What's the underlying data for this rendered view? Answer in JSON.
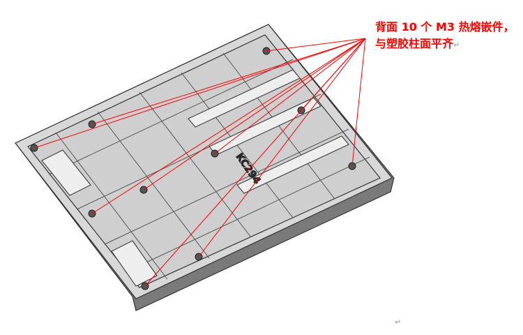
{
  "annotation": {
    "line1": "背面 10 个 M3 热熔嵌件，",
    "line2": "与塑胶柱面平齐",
    "paragraph_mark": "↵",
    "color": "#ff0000"
  },
  "part_label": "KC294",
  "insert_count": 10,
  "end_mark": "↵"
}
